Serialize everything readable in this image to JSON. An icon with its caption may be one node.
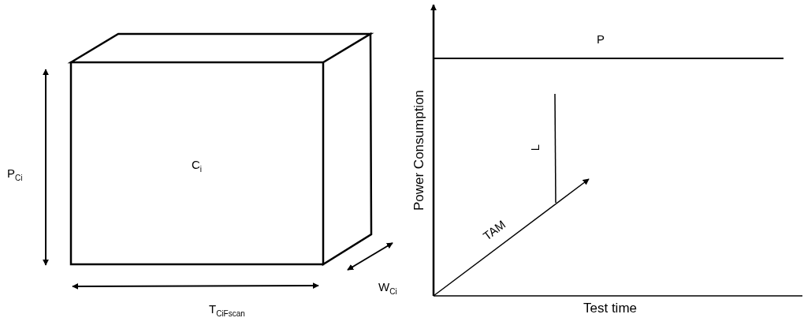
{
  "diagram": {
    "nodes": [
      {
        "text": [
          "C$_{i}$"
        ]
      }
    ],
    "labels": [
      "P$_{Ci}$",
      "T$_{CiFscan}$",
      "W$_{Ci}$",
      "P",
      "L",
      "TAM",
      "Power Consumption",
      "Test time"
    ]
  }
}
